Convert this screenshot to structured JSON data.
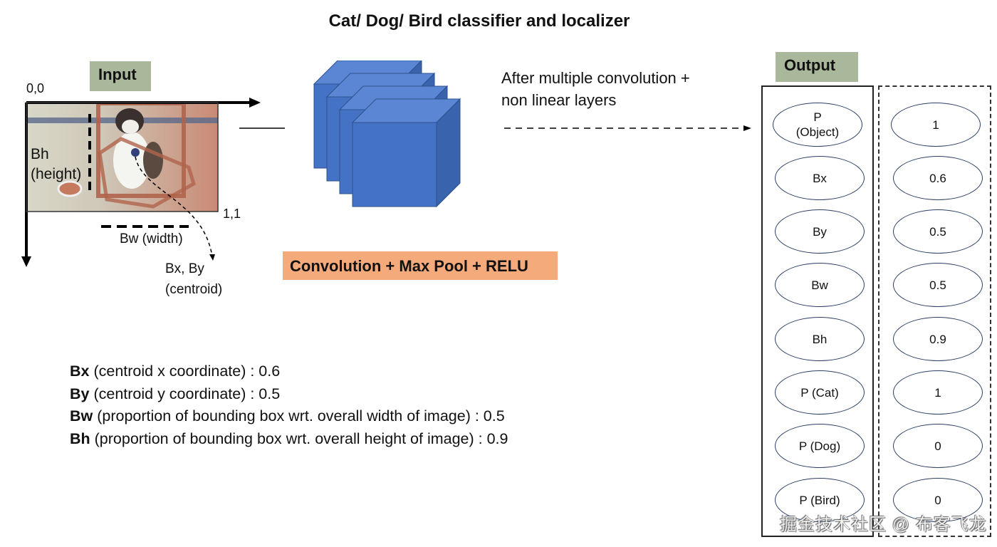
{
  "title": "Cat/ Dog/ Bird classifier and localizer",
  "input": {
    "tag": "Input",
    "origin_label": "0,0",
    "end_label": "1,1",
    "bh_label_line1": "Bh",
    "bh_label_line2": "(height)",
    "bw_label": "Bw (width)",
    "centroid_line1": "Bx, By",
    "centroid_line2": "(centroid)",
    "image_subject": "cat-photo"
  },
  "network": {
    "layer_tag": "Convolution + Max Pool + RELU",
    "after_text_line1": "After multiple convolution +",
    "after_text_line2": "non linear layers",
    "cube_color": "#4472c4"
  },
  "output": {
    "tag": "Output",
    "rows": [
      {
        "label_line1": "P",
        "label_line2": "(Object)",
        "value": "1"
      },
      {
        "label_line1": "Bx",
        "label_line2": "",
        "value": "0.6"
      },
      {
        "label_line1": "By",
        "label_line2": "",
        "value": "0.5"
      },
      {
        "label_line1": "Bw",
        "label_line2": "",
        "value": "0.5"
      },
      {
        "label_line1": "Bh",
        "label_line2": "",
        "value": "0.9"
      },
      {
        "label_line1": "P (Cat)",
        "label_line2": "",
        "value": "1"
      },
      {
        "label_line1": "P (Dog)",
        "label_line2": "",
        "value": "0"
      },
      {
        "label_line1": "P (Bird)",
        "label_line2": "",
        "value": "0"
      }
    ]
  },
  "legend": [
    {
      "key": "Bx",
      "text": " (centroid x coordinate) : 0.6"
    },
    {
      "key": "By",
      "text": " (centroid y coordinate) : 0.5"
    },
    {
      "key": "Bw",
      "text": " (proportion of bounding box wrt. overall width of image) : 0.5"
    },
    {
      "key": "Bh",
      "text": " (proportion of bounding box wrt. overall height of image) : 0.9"
    }
  ],
  "watermark": "掘金技术社区 @ 布客飞龙"
}
